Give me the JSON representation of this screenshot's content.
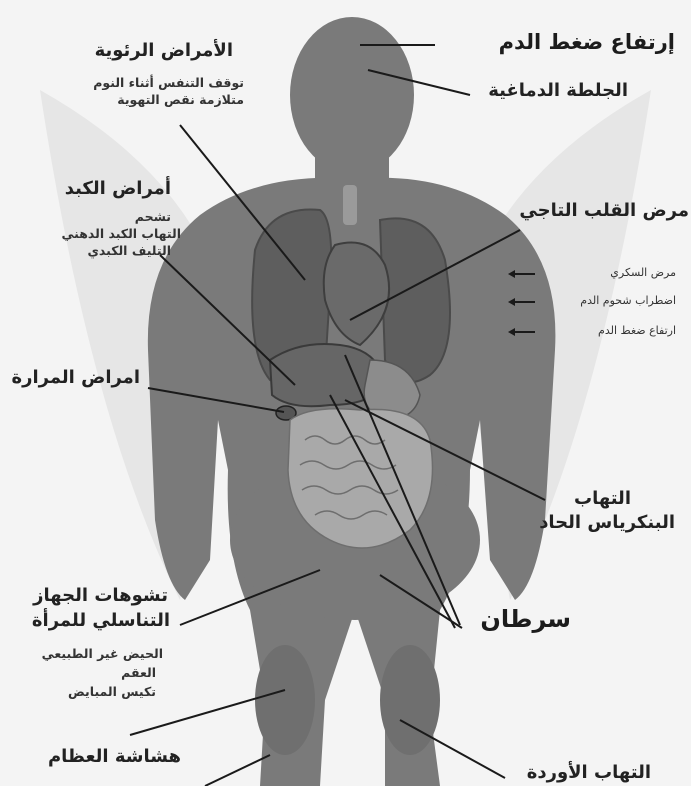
{
  "labels": {
    "hypertension_top": "إرتفاع ضغط الدم",
    "stroke": "الجلطة الدماغية",
    "lung_title": "الأمراض الرئوية",
    "lung_1": "توقف التنفس أثناء النوم",
    "lung_2": "متلازمة نقص التهوية",
    "liver_title": "أمراض الكبد",
    "liver_1": "تشحم",
    "liver_2": "التهاب الكبد الدهني",
    "liver_3": "التليف الكبدي",
    "heart": "مرض القلب التاجي",
    "diabetes": "مرض السكري",
    "lipids": "اضطراب شحوم الدم",
    "bp_small": "ارتفاع ضغط الدم",
    "gallbladder": "امراض المرارة",
    "pancreas_1": "التهاب",
    "pancreas_2": "البنكرياس الحاد",
    "repro_1": "تشوهات الجهاز",
    "repro_2": "التناسلي للمرأة",
    "repro_3": "الحيض غير الطبيعي",
    "repro_4": "العقم",
    "repro_5": "تكيس المبايض",
    "cancer": "سرطان",
    "bones": "هشاشة العظام",
    "veins": "التهاب الأوردة"
  },
  "colors": {
    "background": "#f4f4f4",
    "body": "#7a7a7a",
    "organs": "#5e5e5e",
    "intestine": "#a9a9a9",
    "line": "#1a1a1a"
  }
}
